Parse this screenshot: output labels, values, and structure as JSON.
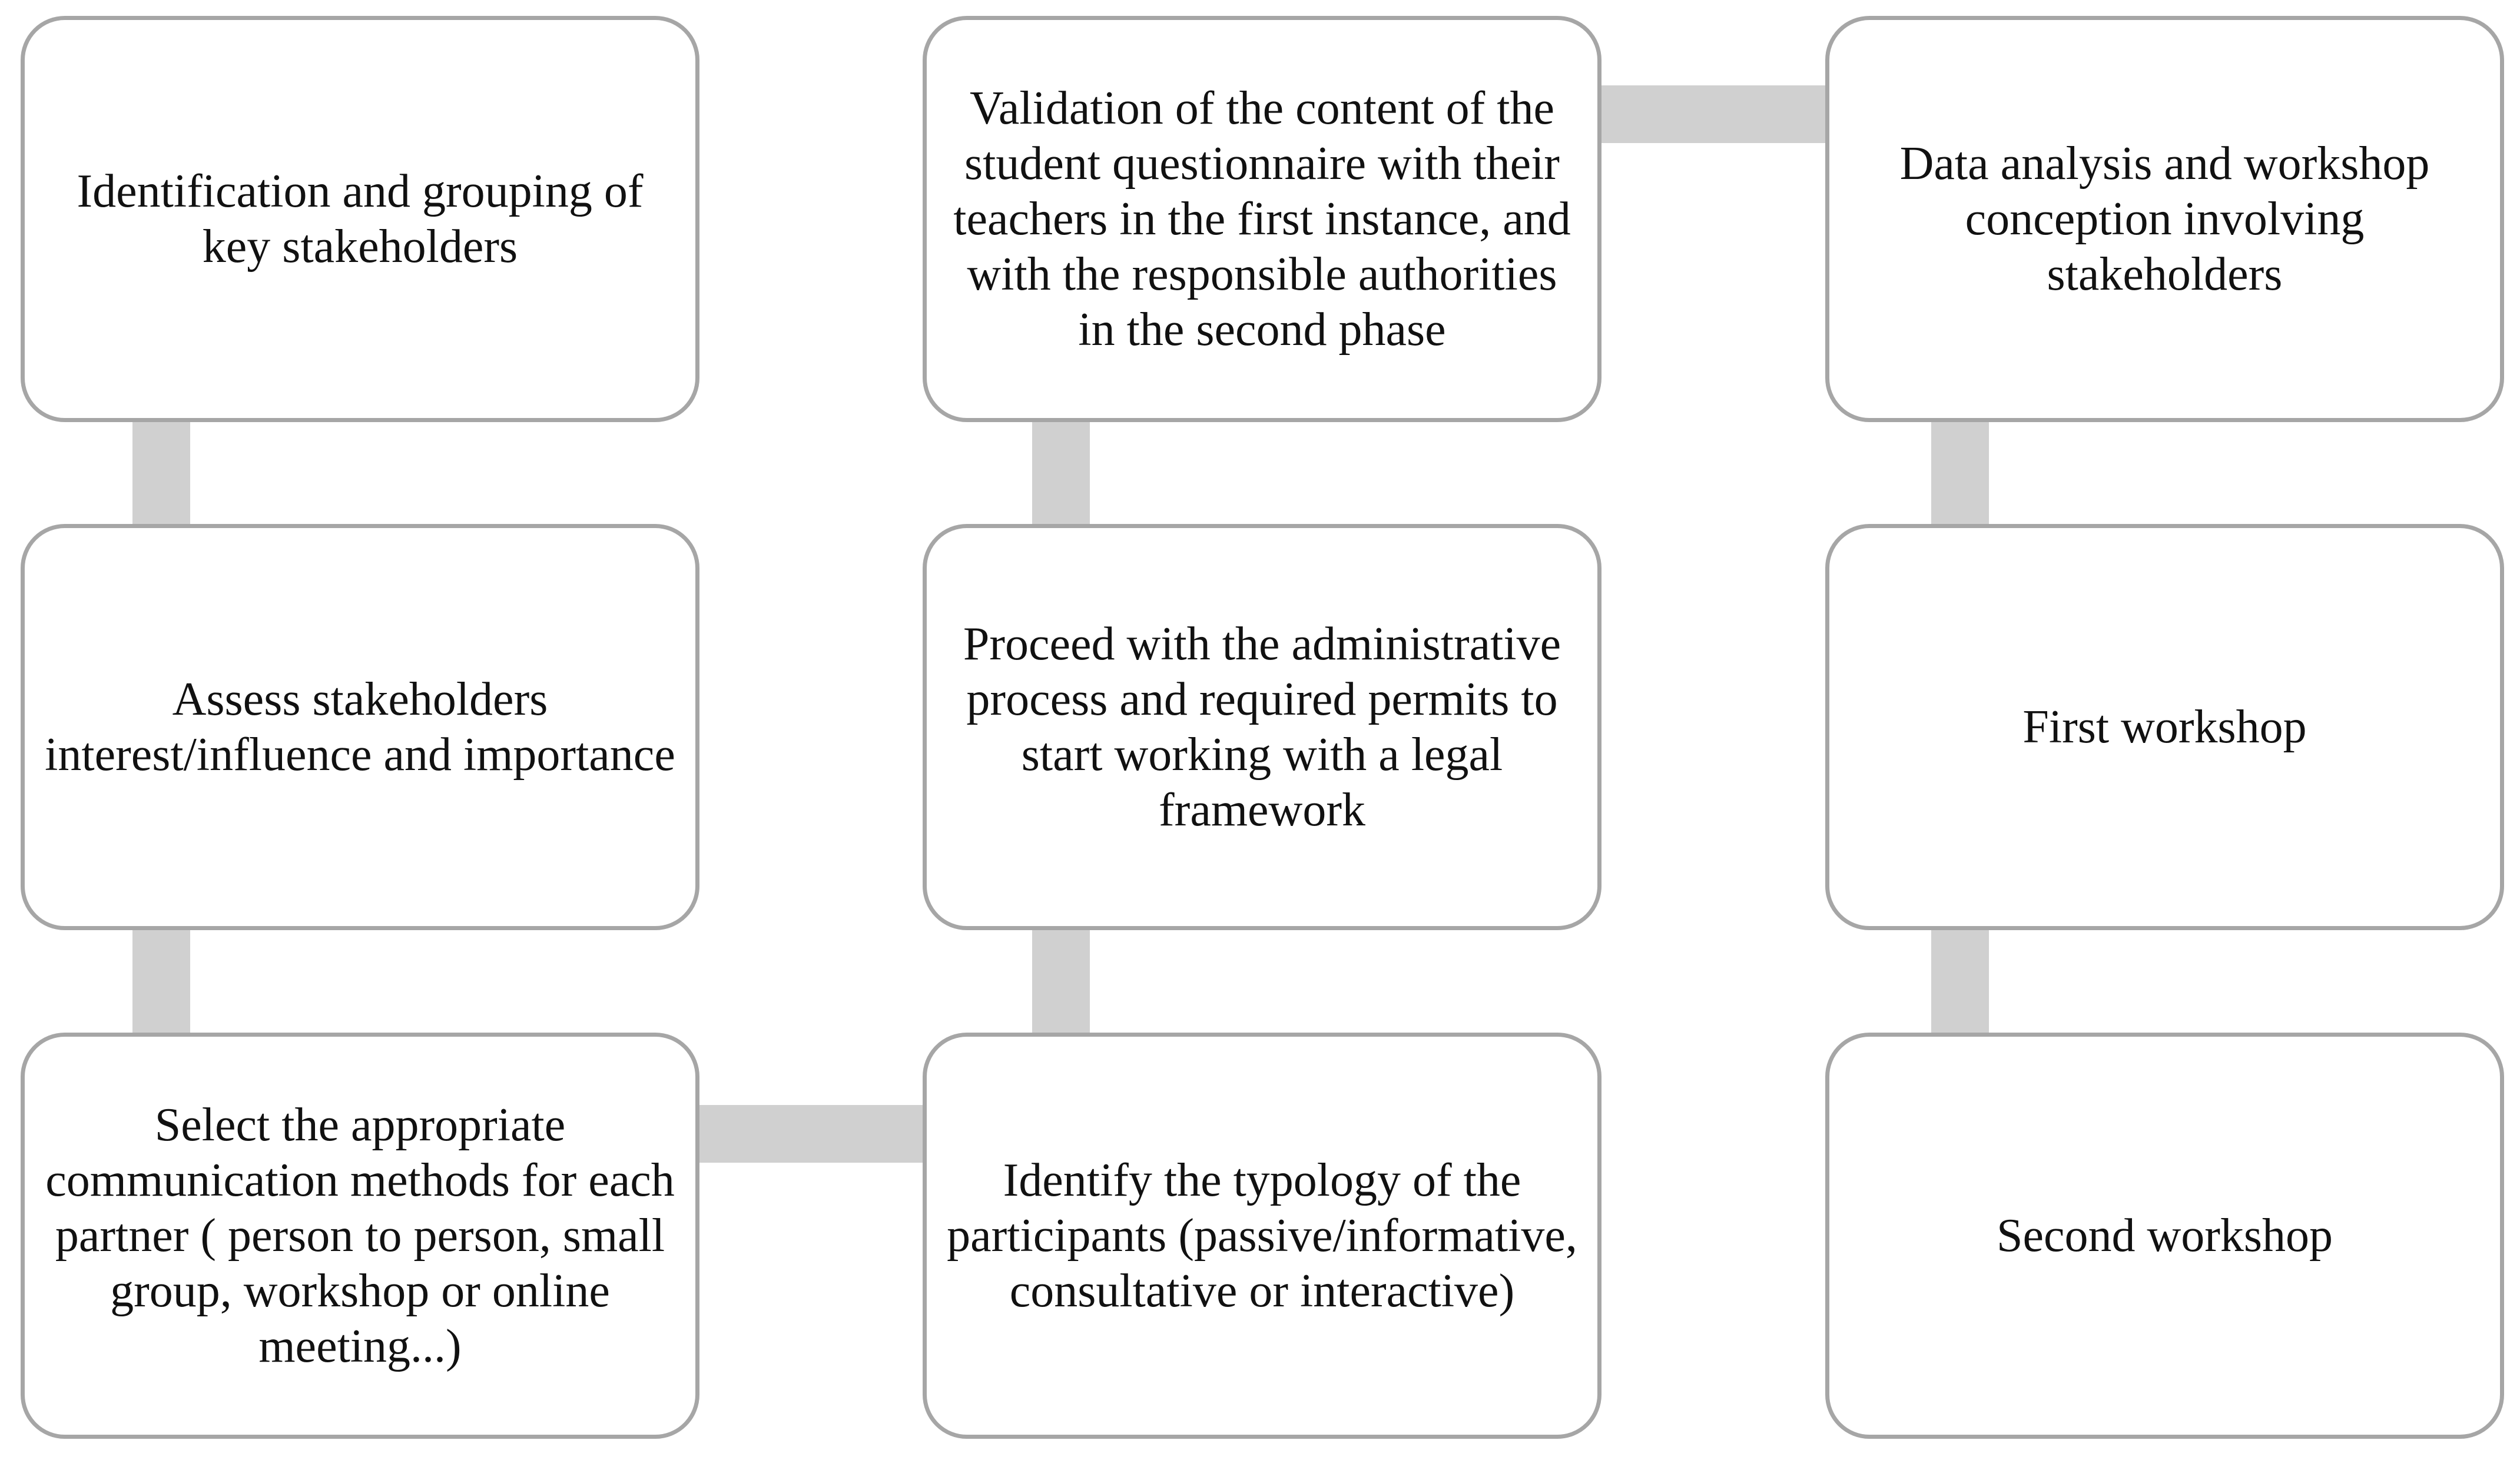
{
  "steps": [
    {
      "id": "s1",
      "text": "Identification and grouping of key stakeholders"
    },
    {
      "id": "s2",
      "text": "Assess stakeholders interest/influence and importance"
    },
    {
      "id": "s3",
      "text": "Select the appropriate communication methods for each partner ( person to person, small group, workshop or online meeting...)"
    },
    {
      "id": "s4",
      "text": "Identify the typology of the participants (passive/informative, consultative or interactive)"
    },
    {
      "id": "s5",
      "text": "Proceed with the administrative process and required permits to start working with a legal framework"
    },
    {
      "id": "s6",
      "text": "Validation of the content of the student questionnaire with their teachers in the first instance, and with the responsible authorities in the second phase"
    },
    {
      "id": "s7",
      "text": "Data analysis and workshop conception involving stakeholders"
    },
    {
      "id": "s8",
      "text": "First workshop"
    },
    {
      "id": "s9",
      "text": "Second workshop"
    }
  ],
  "colors": {
    "box_border": "#a6a6a6",
    "connector": "#d0d0d0",
    "text": "#111111",
    "background": "#ffffff"
  }
}
